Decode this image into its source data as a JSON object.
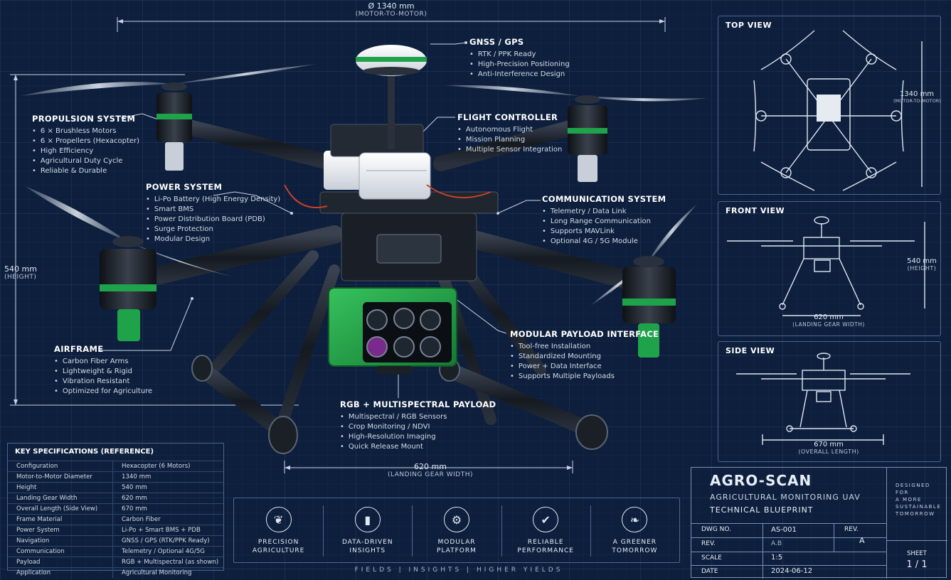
{
  "dimensions": {
    "motor_to_motor": {
      "value": "Ø 1340 mm",
      "label": "(MOTOR-TO-MOTOR)"
    },
    "height": {
      "value": "540 mm",
      "label": "(HEIGHT)"
    },
    "landing_gear": {
      "value": "620 mm",
      "label": "(LANDING GEAR WIDTH)"
    }
  },
  "callouts": {
    "gnss": {
      "title": "GNSS / GPS",
      "items": [
        "RTK / PPK Ready",
        "High-Precision Positioning",
        "Anti-Interference Design"
      ]
    },
    "propulsion": {
      "title": "PROPULSION SYSTEM",
      "items": [
        "6 × Brushless Motors",
        "6 × Propellers (Hexacopter)",
        "High Efficiency",
        "Agricultural Duty Cycle",
        "Reliable & Durable"
      ]
    },
    "flight_controller": {
      "title": "FLIGHT CONTROLLER",
      "items": [
        "Autonomous Flight",
        "Mission Planning",
        "Multiple Sensor Integration"
      ]
    },
    "power": {
      "title": "POWER SYSTEM",
      "items": [
        "Li-Po Battery (High Energy Density)",
        "Smart BMS",
        "Power Distribution Board (PDB)",
        "Surge Protection",
        "Modular Design"
      ]
    },
    "communication": {
      "title": "COMMUNICATION SYSTEM",
      "items": [
        "Telemetry / Data Link",
        "Long Range Communication",
        "Supports MAVLink",
        "Optional 4G / 5G Module"
      ]
    },
    "airframe": {
      "title": "AIRFRAME",
      "items": [
        "Carbon Fiber Arms",
        "Lightweight & Rigid",
        "Vibration Resistant",
        "Optimized for Agriculture"
      ]
    },
    "payload_interface": {
      "title": "MODULAR PAYLOAD INTERFACE",
      "items": [
        "Tool-free Installation",
        "Standardized Mounting",
        "Power + Data Interface",
        "Supports Multiple Payloads"
      ]
    },
    "payload": {
      "title": "RGB + MULTISPECTRAL PAYLOAD",
      "items": [
        "Multispectral / RGB Sensors",
        "Crop Monitoring / NDVI",
        "High-Resolution Imaging",
        "Quick Release Mount"
      ]
    }
  },
  "views": {
    "top": {
      "title": "TOP VIEW",
      "dim_value": "1340 mm",
      "dim_label": "(MOTOR-TO-MOTOR)"
    },
    "front": {
      "title": "FRONT VIEW",
      "height_value": "540 mm",
      "height_label": "(HEIGHT)",
      "width_value": "620 mm",
      "width_label": "(LANDING GEAR WIDTH)"
    },
    "side": {
      "title": "SIDE VIEW",
      "length_value": "670 mm",
      "length_label": "(OVERALL LENGTH)"
    }
  },
  "specs": {
    "title": "KEY SPECIFICATIONS (REFERENCE)",
    "rows": [
      [
        "Configuration",
        "Hexacopter (6 Motors)"
      ],
      [
        "Motor-to-Motor Diameter",
        "1340 mm"
      ],
      [
        "Height",
        "540 mm"
      ],
      [
        "Landing Gear Width",
        "620 mm"
      ],
      [
        "Overall Length (Side View)",
        "670 mm"
      ],
      [
        "Frame Material",
        "Carbon Fiber"
      ],
      [
        "Power System",
        "Li-Po + Smart BMS + PDB"
      ],
      [
        "Navigation",
        "GNSS / GPS (RTK/PPK Ready)"
      ],
      [
        "Communication",
        "Telemetry / Optional 4G/5G"
      ],
      [
        "Payload",
        "RGB + Multispectral (as shown)"
      ],
      [
        "Application",
        "Agricultural Monitoring"
      ]
    ]
  },
  "features": [
    {
      "icon": "leaf-icon",
      "glyph": "❦",
      "line1": "PRECISION",
      "line2": "AGRICULTURE"
    },
    {
      "icon": "bar-chart-icon",
      "glyph": "▮",
      "line1": "DATA-DRIVEN",
      "line2": "INSIGHTS"
    },
    {
      "icon": "gear-icon",
      "glyph": "⚙",
      "line1": "MODULAR",
      "line2": "PLATFORM"
    },
    {
      "icon": "shield-check-icon",
      "glyph": "✔",
      "line1": "RELIABLE",
      "line2": "PERFORMANCE"
    },
    {
      "icon": "sprout-icon",
      "glyph": "❧",
      "line1": "A GREENER",
      "line2": "TOMORROW"
    }
  ],
  "tagline": "FIELDS   |   INSIGHTS   |   HIGHER YIELDS",
  "titleblock": {
    "name": "AGRO-SCAN",
    "subtitle1": "AGRICULTURAL MONITORING UAV",
    "subtitle2": "TECHNICAL BLUEPRINT",
    "motto": [
      "DESIGNED",
      "FOR",
      "A MORE",
      "SUSTAINABLE",
      "TOMORROW"
    ],
    "dwg_label": "DWG NO.",
    "dwg_value": "AS-001",
    "rev_label": "REV.",
    "rev_value": "A",
    "rev_row_value": "A.B",
    "scale_label": "SCALE",
    "scale_value": "1:5",
    "date_label": "DATE",
    "date_value": "2024-06-12",
    "sheet_label": "SHEET",
    "sheet_value": "1 / 1"
  },
  "colors": {
    "background": "#0d1f3c",
    "accent_green": "#1fa34a",
    "line": "#c8d4e8",
    "carbon": "#1b1f26"
  }
}
